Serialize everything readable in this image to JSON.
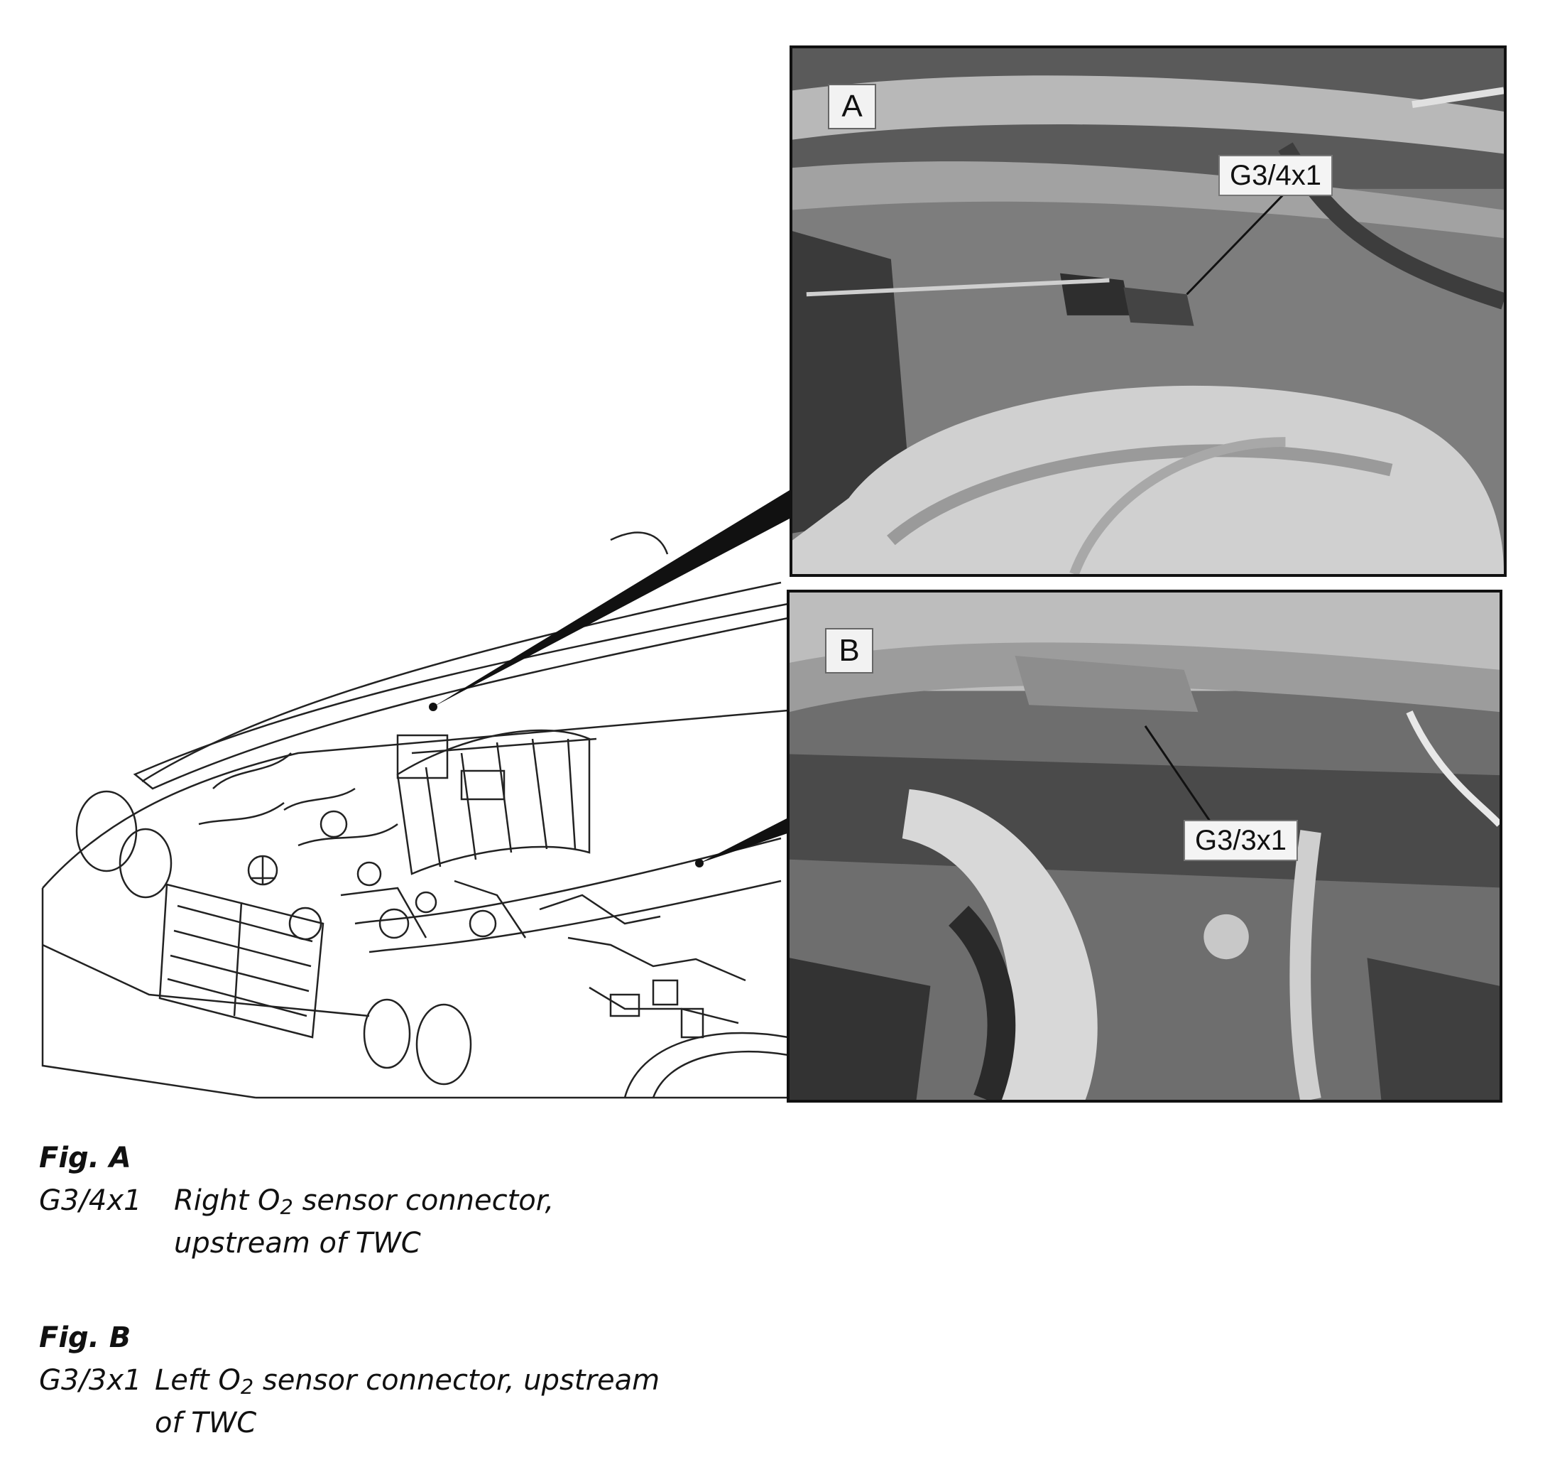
{
  "photo_a": {
    "letter": "A",
    "callout": "G3/4x1"
  },
  "photo_b": {
    "letter": "B",
    "callout": "G3/3x1"
  },
  "captions": {
    "fig_a": {
      "title": "Fig. A",
      "code": "G3/4x1",
      "line1_prefix": "Right O",
      "line1_sub": "2",
      "line1_suffix": " sensor connector,",
      "line2": "upstream of TWC"
    },
    "fig_b": {
      "title": "Fig. B",
      "code": "G3/3x1",
      "line1_prefix": "Left O",
      "line1_sub": "2",
      "line1_suffix": " sensor connector, upstream",
      "line2": "of TWC"
    }
  },
  "colors": {
    "ink": "#111111",
    "photo_dark": "#3a3a3a",
    "photo_mid": "#8a8a8a",
    "photo_light": "#cfcfcf"
  }
}
